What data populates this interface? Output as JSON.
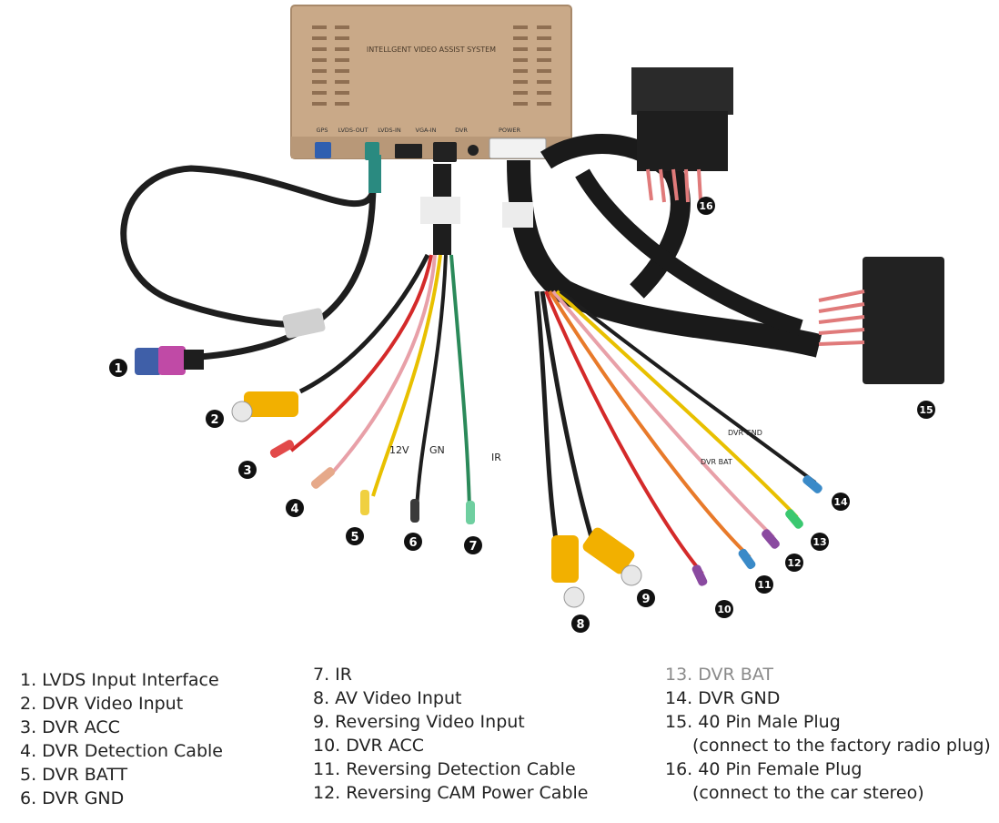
{
  "device": {
    "title": "INTELLGENT VIDEO ASSIST SYSTEM",
    "ports": [
      "GPS",
      "LVDS-OUT",
      "LVDS-IN",
      "VGA-IN",
      "DVR",
      "POWER"
    ]
  },
  "wire_tags": {
    "tag_12v": "12V",
    "tag_gn": "GN",
    "tag_ir": "IR",
    "tag_dvr_gnd": "DVR GND",
    "tag_dvr_bat": "DVR BAT"
  },
  "callouts": [
    "1",
    "2",
    "3",
    "4",
    "5",
    "6",
    "7",
    "8",
    "9",
    "10",
    "11",
    "12",
    "13",
    "14",
    "15",
    "16"
  ],
  "legend": {
    "col1": [
      "1. LVDS Input Interface",
      "2. DVR Video Input",
      "3. DVR ACC",
      "4. DVR Detection Cable",
      "5. DVR BATT",
      "6. DVR GND"
    ],
    "col2": [
      "7. IR",
      "8. AV Video Input",
      "9. Reversing Video Input",
      "10. DVR ACC",
      "11. Reversing Detection Cable",
      "12. Reversing CAM Power Cable"
    ],
    "col3": [
      "13. DVR BAT",
      "14. DVR GND",
      "15. 40 Pin Male Plug",
      "(connect to the factory radio plug)",
      "16. 40 Pin Female Plug",
      "(connect to the car stereo)"
    ]
  },
  "colors": {
    "box": "#c9a988",
    "cable": "#1e1e1e",
    "rca": "#f2b000",
    "fakra_blue": "#3f5fa8",
    "fakra_pink": "#c04aa6"
  }
}
